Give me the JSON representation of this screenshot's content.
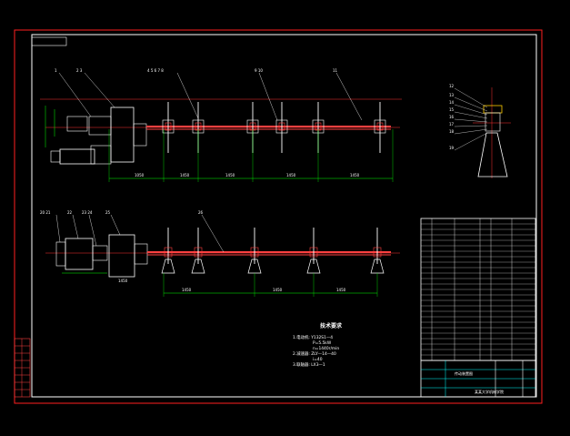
{
  "drawing": {
    "tech_title": "技术要求",
    "tech_notes": [
      "1.电动机: Y132S1—4",
      "P=5.5kW",
      "n=1440r/min",
      "2.减速器: ZLY—14—40",
      "i=40",
      "3.联轴器: LX3—1"
    ],
    "title_block": {
      "drawing_name": "传动装置图",
      "school": "某某大学机械学院"
    },
    "callouts_top": [
      "1",
      "2 3",
      "4 5 6 7 8",
      "9 10",
      "11"
    ],
    "callouts_bottom": [
      "20 21",
      "22",
      "23 24",
      "25",
      "26"
    ],
    "callouts_side": [
      "12",
      "13",
      "14",
      "15",
      "16",
      "17",
      "18",
      "19"
    ],
    "dims_top": [
      "1050",
      "1450",
      "1450",
      "1450",
      "1450"
    ],
    "dims_bottom": [
      "1450",
      "1450",
      "1450",
      "1450"
    ]
  }
}
